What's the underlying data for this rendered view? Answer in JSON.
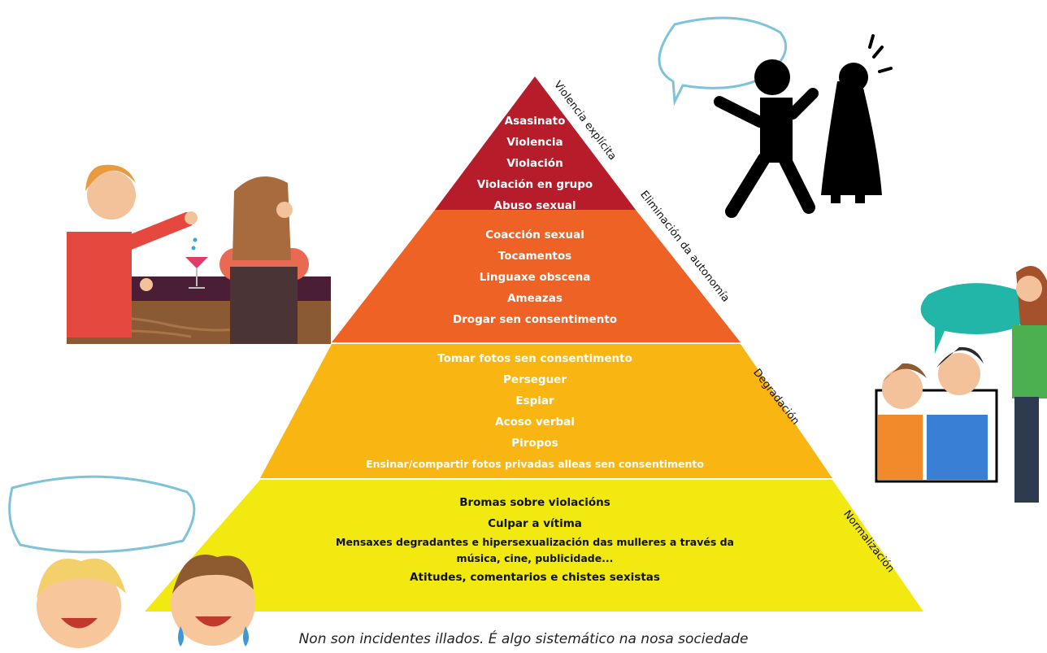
{
  "levels": [
    {
      "id": "violencia",
      "label": "Violencia explícita",
      "color": "#b71c2a",
      "text_color": "#ffffff",
      "items": [
        "Asasinato",
        "Violencia",
        "Violación",
        "Violación en grupo",
        "Abuso sexual"
      ]
    },
    {
      "id": "eliminacion",
      "label": "Eliminación da autonomía",
      "color": "#ee6225",
      "text_color": "#ffffff",
      "items": [
        "Coacción sexual",
        "Tocamentos",
        "Linguaxe obscena",
        "Ameazas",
        "Drogar sen consentimento"
      ]
    },
    {
      "id": "degradacion",
      "label": "Degradación",
      "color": "#f9b612",
      "text_color": "#ffffff",
      "items": [
        "Tomar fotos sen consentimento",
        "Perseguer",
        "Espiar",
        "Acoso verbal",
        "Piropos",
        "Ensinar/compartir fotos privadas alleas sen consentimento"
      ]
    },
    {
      "id": "normalizacion",
      "label": "Normalización",
      "color": "#f1e90f",
      "text_color": "#111111",
      "items": [
        "Bromas sobre violacións",
        "Culpar a vítima",
        "Mensaxes degradantes e hipersexualización das mulleres a través da",
        "música, cine, publicidade...",
        "Atitudes, comentarios e chistes sexistas"
      ]
    }
  ],
  "caption": "Non son incidentes illados. É algo sistemático na nosa sociedade",
  "illustrations": [
    "bar-scene-illustration",
    "aggression-scene-illustration",
    "catcalling-scene-illustration",
    "laughing-boys-illustration"
  ]
}
